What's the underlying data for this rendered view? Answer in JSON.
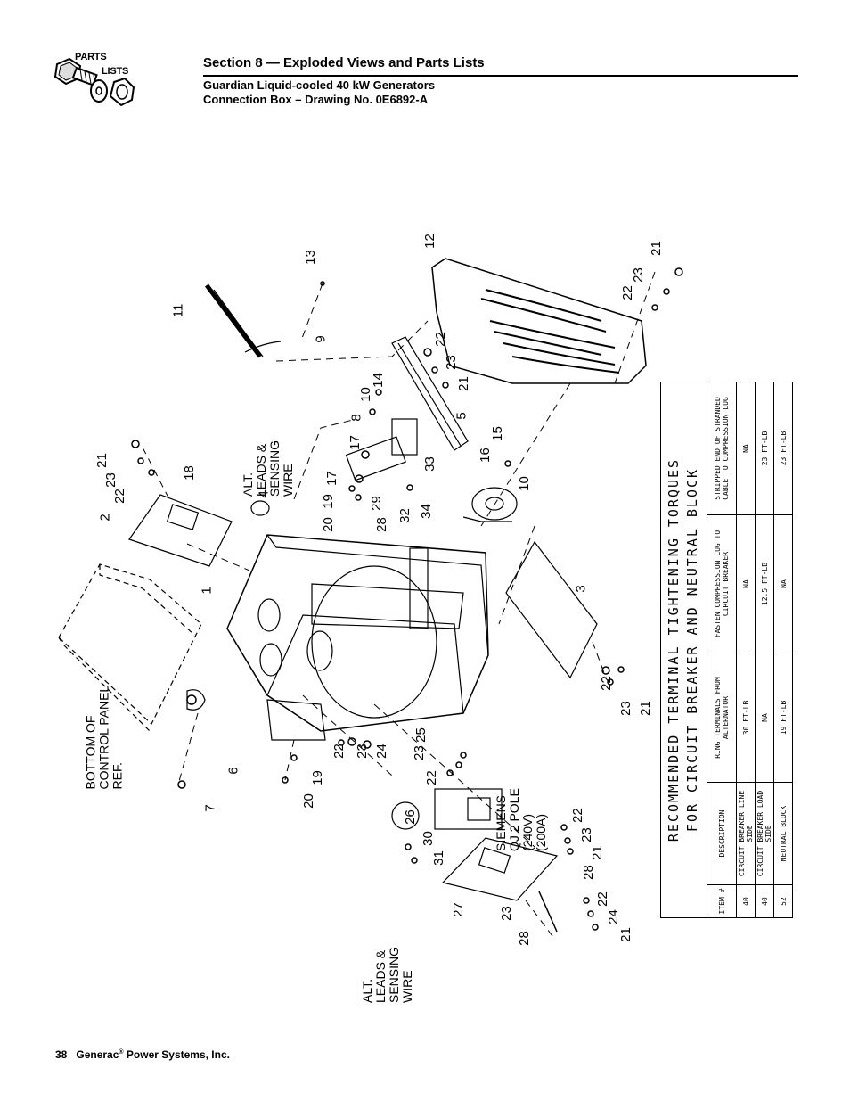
{
  "header": {
    "logo_line1": "PARTS",
    "logo_line2": "LISTS",
    "title": "Section 8 — Exploded Views and Parts Lists",
    "subtitle1": "Guardian Liquid-cooled 40 kW Generators",
    "subtitle2": "Connection Box – Drawing No. 0E6892-A"
  },
  "footer": {
    "page": "38",
    "brand": "Generac",
    "reg": "®",
    "rest": "Power Systems, Inc."
  },
  "callouts": {
    "bottom_panel": "BOTTOM OF\nCONTROL PANEL\nREF.",
    "siemens": "SIEMENS\nQJ 2 POLE\n(240V)\n(200A)",
    "alt_leads_top": "ALT.\nLEADS &\nSENSING\nWIRE",
    "alt_leads_bottom": "ALT.\nLEADS &\nSENSING\nWIRE"
  },
  "torque_table": {
    "title_line1": "RECOMMENDED TERMINAL TIGHTENING TORQUES",
    "title_line2": "FOR CIRCUIT BREAKER AND NEUTRAL BLOCK",
    "headers": [
      "ITEM #",
      "DESCRIPTION",
      "RING TERMINALS FROM ALTERNATOR",
      "FASTEN COMPRESSION LUG TO CIRCUIT BREAKER",
      "STRIPPED END OF STRANDED CABLE TO COMPRESSION LUG"
    ],
    "rows": [
      [
        "40",
        "CIRCUIT BREAKER LINE SIDE",
        "30 FT-LB",
        "NA",
        "NA"
      ],
      [
        "40",
        "CIRCUIT BREAKER LOAD SIDE",
        "NA",
        "12.5 FT-LB",
        "23 FT-LB"
      ],
      [
        "52",
        "NEUTRAL BLOCK",
        "19 FT-LB",
        "NA",
        "23 FT-LB"
      ]
    ]
  },
  "part_numbers": [
    "1",
    "2",
    "3",
    "4",
    "5",
    "6",
    "7",
    "8",
    "9",
    "10",
    "11",
    "12",
    "13",
    "14",
    "15",
    "16",
    "17",
    "17",
    "17",
    "18",
    "19",
    "19",
    "20",
    "20",
    "21",
    "21",
    "21",
    "21",
    "21",
    "21",
    "22",
    "22",
    "22",
    "22",
    "22",
    "22",
    "22",
    "22",
    "22",
    "23",
    "23",
    "23",
    "23",
    "23",
    "23",
    "23",
    "23",
    "24",
    "24",
    "25",
    "26",
    "27",
    "28",
    "28",
    "29",
    "30",
    "31",
    "32",
    "33",
    "34"
  ]
}
